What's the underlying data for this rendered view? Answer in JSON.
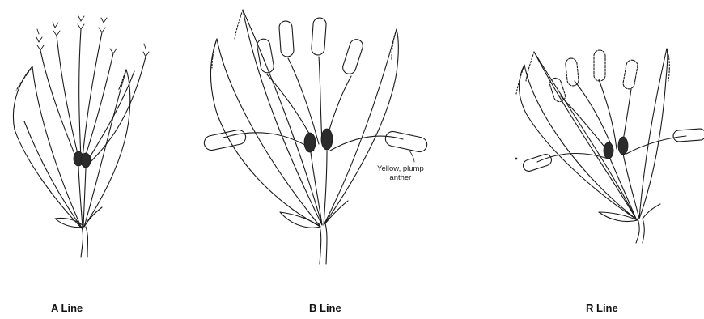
{
  "figure": {
    "panels": [
      {
        "id": "a",
        "label": "A Line"
      },
      {
        "id": "b",
        "label": "B Line",
        "annotation_line1": "Yellow, plump",
        "annotation_line2": "anther"
      },
      {
        "id": "r",
        "label": "R Line"
      }
    ]
  },
  "colors": {
    "ink": "#1a1a1a",
    "paper": "#ffffff"
  }
}
